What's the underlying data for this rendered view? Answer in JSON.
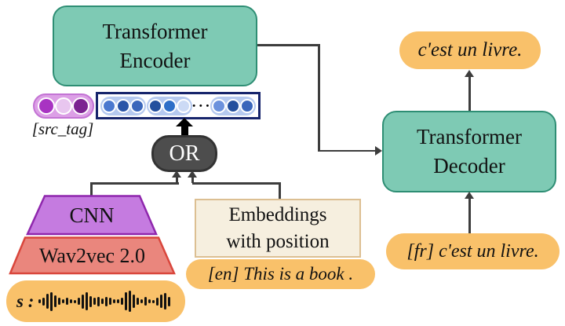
{
  "colors": {
    "teal-fill": "#7ecab4",
    "teal-border": "#2e8e74",
    "orange": "#f9c16a",
    "cream-fill": "#f6efdf",
    "cream-border": "#dcbf92",
    "cnn-fill": "#c57be0",
    "cnn-border": "#8f27ad",
    "wav-fill": "#ea867d",
    "wav-border": "#d9463c",
    "or-fill": "#4d4d4d",
    "or-border": "#333333",
    "line": "#3d3d3d",
    "navy-border": "#16246b",
    "bluepill": "#b5c9ef",
    "purplepill-fill": "#dc9fe6",
    "purplepill-border": "#c373d4",
    "text": "#111111"
  },
  "encoder": {
    "line1": "Transformer",
    "line2": "Encoder"
  },
  "decoder": {
    "line1": "Transformer",
    "line2": "Decoder"
  },
  "or_label": "OR",
  "src_tag": {
    "label": "[src_tag]",
    "circles": [
      "#a833c2",
      "#e8c6ef",
      "#7b2391"
    ]
  },
  "token_row": {
    "groups": [
      [
        "#4a78cf",
        "#2a55a8",
        "#3a66bb"
      ],
      [
        "#24509e",
        "#2e6fc8",
        "#ccdaf5"
      ],
      [
        "#6c92dd",
        "#24509e",
        "#3a66bb"
      ]
    ],
    "ellipsis": "• • •"
  },
  "cnn_label": "CNN",
  "wav2vec_label": "Wav2vec 2.0",
  "speech_input": {
    "label": "s :",
    "waveform_bars": [
      5,
      10,
      19,
      24,
      15,
      9,
      5,
      9,
      5,
      4,
      9,
      18,
      23,
      14,
      9,
      12,
      7,
      12,
      9,
      5,
      5,
      9,
      23,
      27,
      17,
      9,
      5,
      11,
      5,
      4,
      10,
      17,
      21,
      12
    ]
  },
  "embeddings_box": {
    "line1": "Embeddings",
    "line2": "with position"
  },
  "text_input_label": "[en] This is a book .",
  "decoder_input_label": "[fr] c'est un livre.",
  "decoder_output_label": "c'est un livre."
}
